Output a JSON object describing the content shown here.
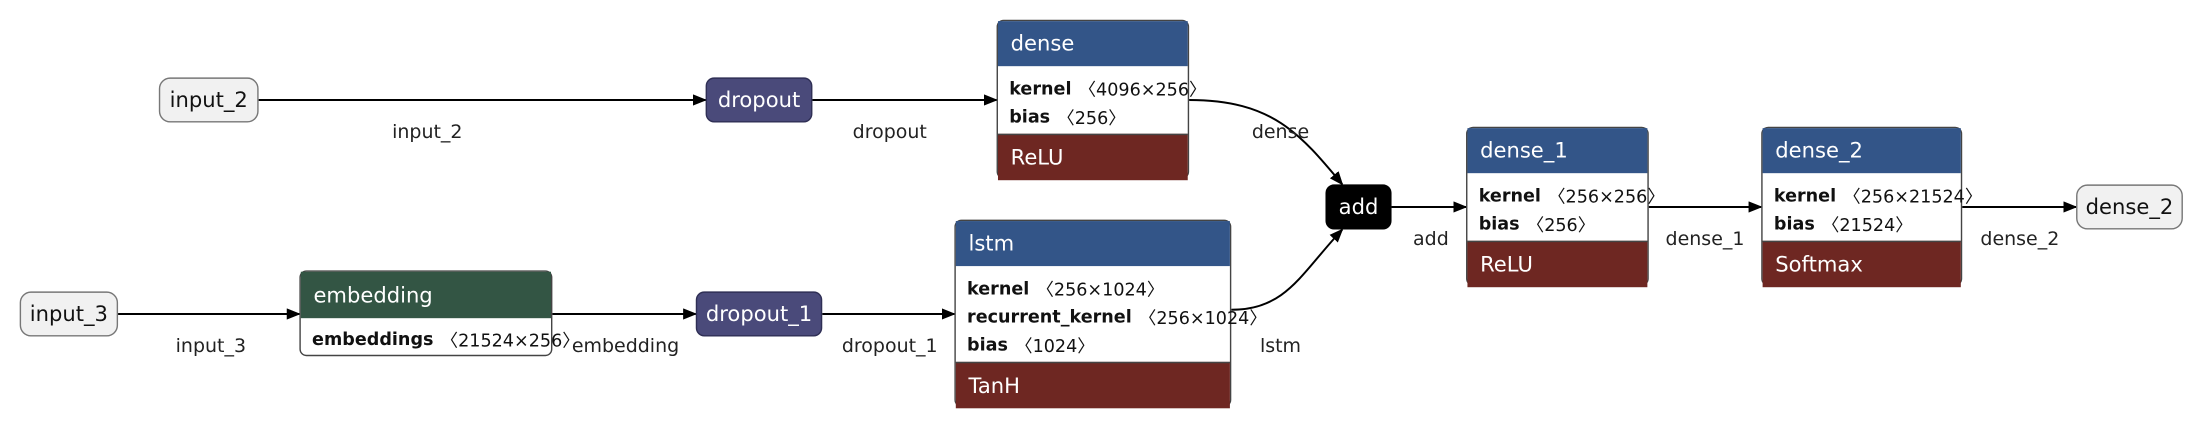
{
  "nodes": {
    "input_2": {
      "label": "input_2"
    },
    "input_3": {
      "label": "input_3"
    },
    "dropout": {
      "label": "dropout"
    },
    "dropout_1": {
      "label": "dropout_1"
    },
    "add": {
      "label": "add"
    },
    "dense_out": {
      "label": "dense_2"
    },
    "embedding": {
      "title": "embedding",
      "params": [
        {
          "name": "embeddings",
          "shape": "〈21524×256〉"
        }
      ]
    },
    "dense": {
      "title": "dense",
      "params": [
        {
          "name": "kernel",
          "shape": "〈4096×256〉"
        },
        {
          "name": "bias",
          "shape": "〈256〉"
        }
      ],
      "activation": "ReLU"
    },
    "lstm": {
      "title": "lstm",
      "params": [
        {
          "name": "kernel",
          "shape": "〈256×1024〉"
        },
        {
          "name": "recurrent_kernel",
          "shape": "〈256×1024〉"
        },
        {
          "name": "bias",
          "shape": "〈1024〉"
        }
      ],
      "activation": "TanH"
    },
    "dense_1": {
      "title": "dense_1",
      "params": [
        {
          "name": "kernel",
          "shape": "〈256×256〉"
        },
        {
          "name": "bias",
          "shape": "〈256〉"
        }
      ],
      "activation": "ReLU"
    },
    "dense_2": {
      "title": "dense_2",
      "params": [
        {
          "name": "kernel",
          "shape": "〈256×21524〉"
        },
        {
          "name": "bias",
          "shape": "〈21524〉"
        }
      ],
      "activation": "Softmax"
    }
  },
  "edges": {
    "input_2": "input_2",
    "dropout": "dropout",
    "dense": "dense",
    "input_3": "input_3",
    "embedding": "embedding",
    "dropout_1": "dropout_1",
    "lstm": "lstm",
    "add": "add",
    "dense_1": "dense_1",
    "dense_2": "dense_2"
  },
  "colors": {
    "header_blue": "#335588",
    "header_green": "#335544",
    "activation": "#6e2722",
    "dropout": "#4a4a7a",
    "add": "#000000",
    "io": "#f1f1f1"
  }
}
